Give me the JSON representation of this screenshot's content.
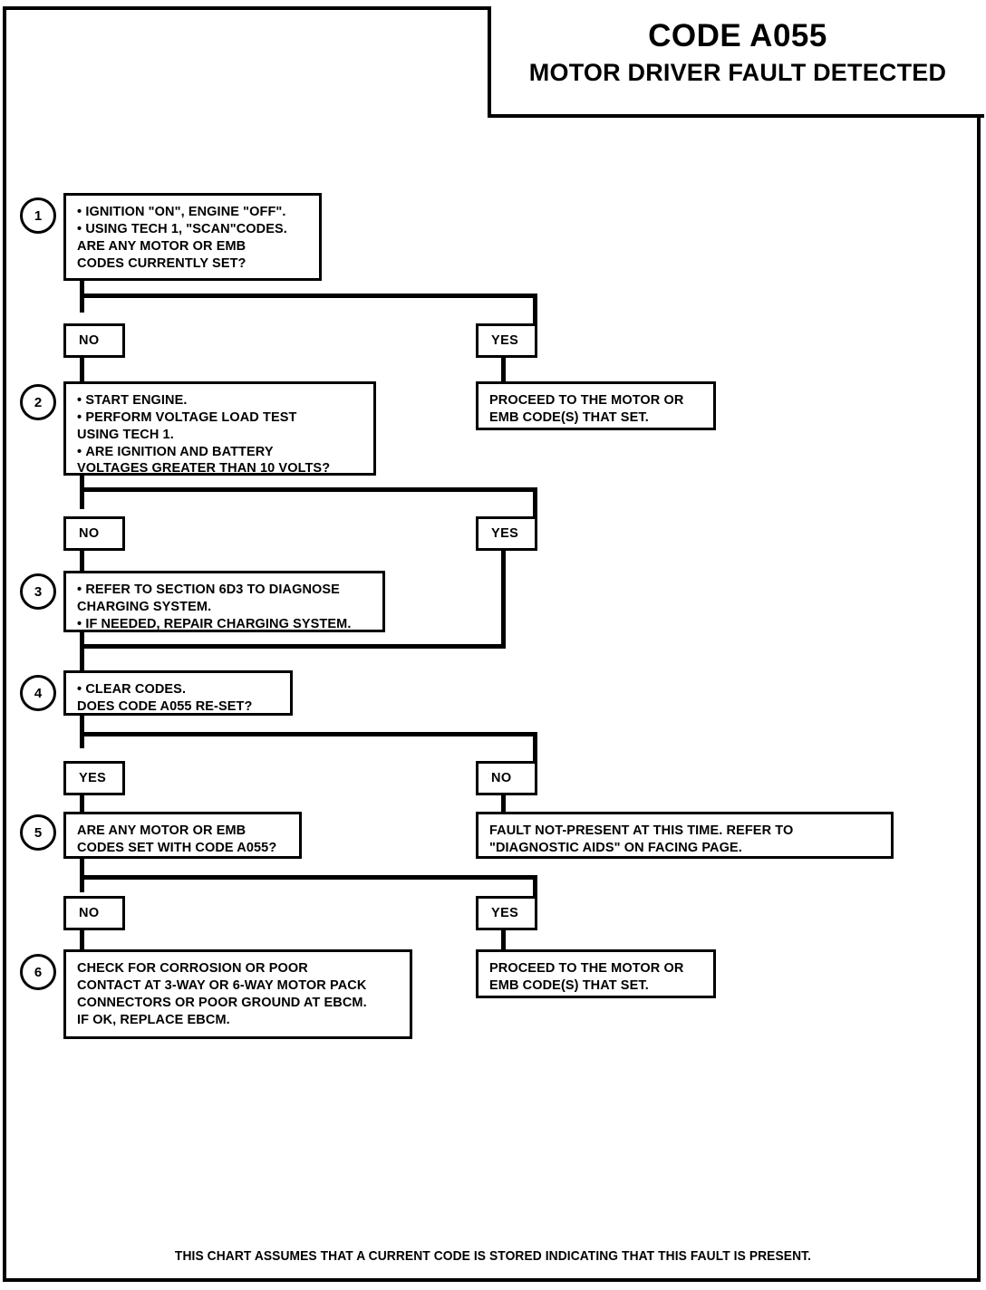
{
  "header": {
    "code_title": "CODE A055",
    "fault_title": "MOTOR DRIVER FAULT DETECTED"
  },
  "footer": {
    "note": "THIS CHART ASSUMES THAT A CURRENT CODE IS STORED INDICATING THAT THIS FAULT IS PRESENT."
  },
  "steps": [
    {
      "number": "1",
      "lines": [
        {
          "bullet": true,
          "text": "IGNITION \"ON\", ENGINE \"OFF\"."
        },
        {
          "bullet": true,
          "text": "USING TECH 1, \"SCAN\"CODES."
        },
        {
          "bullet": false,
          "text": "ARE ANY MOTOR OR EMB"
        },
        {
          "bullet": false,
          "text": "CODES CURRENTLY SET?"
        }
      ]
    },
    {
      "number": "2",
      "lines": [
        {
          "bullet": true,
          "text": "START ENGINE."
        },
        {
          "bullet": true,
          "text": "PERFORM VOLTAGE LOAD TEST"
        },
        {
          "bullet": false,
          "text": "USING TECH 1."
        },
        {
          "bullet": true,
          "text": "ARE IGNITION AND BATTERY"
        },
        {
          "bullet": false,
          "text": "VOLTAGES GREATER THAN 10 VOLTS?"
        }
      ]
    },
    {
      "number": "3",
      "lines": [
        {
          "bullet": true,
          "text": "REFER TO SECTION 6D3 TO DIAGNOSE"
        },
        {
          "bullet": false,
          "text": "CHARGING SYSTEM."
        },
        {
          "bullet": true,
          "text": "IF NEEDED, REPAIR CHARGING SYSTEM."
        }
      ]
    },
    {
      "number": "4",
      "lines": [
        {
          "bullet": true,
          "text": "CLEAR CODES."
        },
        {
          "bullet": false,
          "text": "DOES CODE A055 RE-SET?"
        }
      ]
    },
    {
      "number": "5",
      "lines": [
        {
          "bullet": false,
          "text": "ARE ANY MOTOR OR EMB"
        },
        {
          "bullet": false,
          "text": "CODES SET WITH CODE A055?"
        }
      ]
    },
    {
      "number": "6",
      "lines": [
        {
          "bullet": false,
          "text": "CHECK FOR CORROSION OR POOR"
        },
        {
          "bullet": false,
          "text": "CONTACT AT 3-WAY OR 6-WAY MOTOR PACK"
        },
        {
          "bullet": false,
          "text": "CONNECTORS OR POOR GROUND AT EBCM."
        },
        {
          "bullet": false,
          "text": "IF OK, REPLACE EBCM."
        }
      ]
    }
  ],
  "branches": {
    "step1_left": "NO",
    "step1_right": "YES",
    "step2_left": "NO",
    "step2_right": "YES",
    "step4_left": "YES",
    "step4_right": "NO",
    "step5_left": "NO",
    "step5_right": "YES"
  },
  "outcomes": {
    "proceed_top": [
      "PROCEED TO THE MOTOR OR",
      "EMB CODE(S) THAT SET."
    ],
    "fault_not_present": [
      "FAULT NOT-PRESENT AT THIS TIME. REFER TO",
      "\"DIAGNOSTIC AIDS\" ON FACING PAGE."
    ],
    "proceed_bottom": [
      "PROCEED TO THE MOTOR OR",
      "EMB CODE(S) THAT SET."
    ]
  },
  "colors": {
    "ink": "#000000",
    "paper": "#ffffff"
  }
}
